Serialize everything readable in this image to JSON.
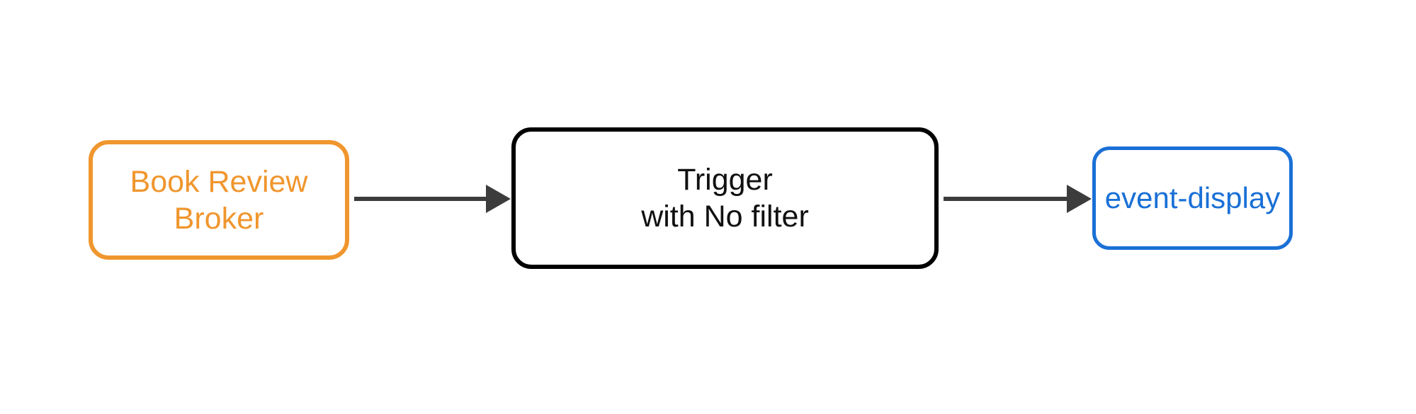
{
  "diagram": {
    "type": "flow",
    "background_color": "#ffffff",
    "edge_color": "#3c3c3c",
    "nodes": [
      {
        "id": "book-review-broker",
        "label": "Book Review\nBroker",
        "border_color": "#f0962e",
        "text_color": "#f0962e"
      },
      {
        "id": "trigger",
        "label": "Trigger\nwith No filter",
        "border_color": "#000000",
        "text_color": "#111111"
      },
      {
        "id": "event-display",
        "label": "event-display",
        "border_color": "#1a70d6",
        "text_color": "#1a70d6"
      }
    ],
    "edges": [
      {
        "from": "book-review-broker",
        "to": "trigger"
      },
      {
        "from": "trigger",
        "to": "event-display"
      }
    ]
  }
}
